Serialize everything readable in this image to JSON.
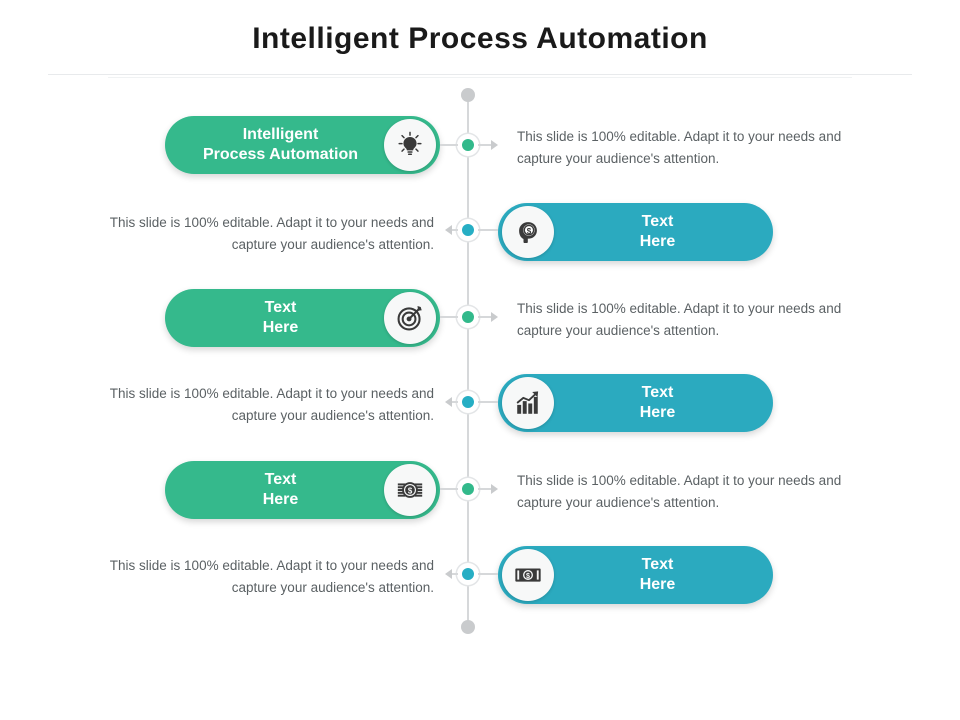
{
  "slide": {
    "title": "Intelligent Process Automation",
    "body_text": "This slide is 100% editable. Adapt it to your needs and capture your audience's attention.",
    "colors": {
      "green": "#35b98c",
      "teal": "#2baabf",
      "title": "#1a1a1a",
      "body": "#5b6164",
      "timeline": "#d6d8da",
      "node_cap": "#c9cbcd"
    },
    "rows": [
      {
        "side": "left",
        "color": "green",
        "pill_label_line1": "Intelligent",
        "pill_label_line2": "Process Automation",
        "icon": "lightbulb-icon",
        "text": "This slide is 100% editable. Adapt it to your needs and capture your audience's attention.",
        "text_side": "right",
        "arrow_direction": "right"
      },
      {
        "side": "right",
        "color": "teal",
        "pill_label_line1": "Text",
        "pill_label_line2": "Here",
        "icon": "head-dollar-icon",
        "text": "This slide is 100% editable. Adapt it to your needs and capture your audience's attention.",
        "text_side": "left",
        "arrow_direction": "left"
      },
      {
        "side": "left",
        "color": "green",
        "pill_label_line1": "Text",
        "pill_label_line2": "Here",
        "icon": "target-icon",
        "text": "This slide is 100% editable. Adapt it to your needs and capture your audience's attention.",
        "text_side": "right",
        "arrow_direction": "right"
      },
      {
        "side": "right",
        "color": "teal",
        "pill_label_line1": "Text",
        "pill_label_line2": "Here",
        "icon": "growth-chart-icon",
        "text": "This slide is 100% editable. Adapt it to your needs and capture your audience's attention.",
        "text_side": "left",
        "arrow_direction": "left"
      },
      {
        "side": "left",
        "color": "green",
        "pill_label_line1": "Text",
        "pill_label_line2": "Here",
        "icon": "coins-stack-icon",
        "text": "This slide is 100% editable. Adapt it to your needs and capture your audience's attention.",
        "text_side": "right",
        "arrow_direction": "right"
      },
      {
        "side": "right",
        "color": "teal",
        "pill_label_line1": "Text",
        "pill_label_line2": "Here",
        "icon": "banknote-icon",
        "text": "This slide is 100% editable. Adapt it to your needs and capture your audience's attention.",
        "text_side": "left",
        "arrow_direction": "left"
      }
    ]
  }
}
